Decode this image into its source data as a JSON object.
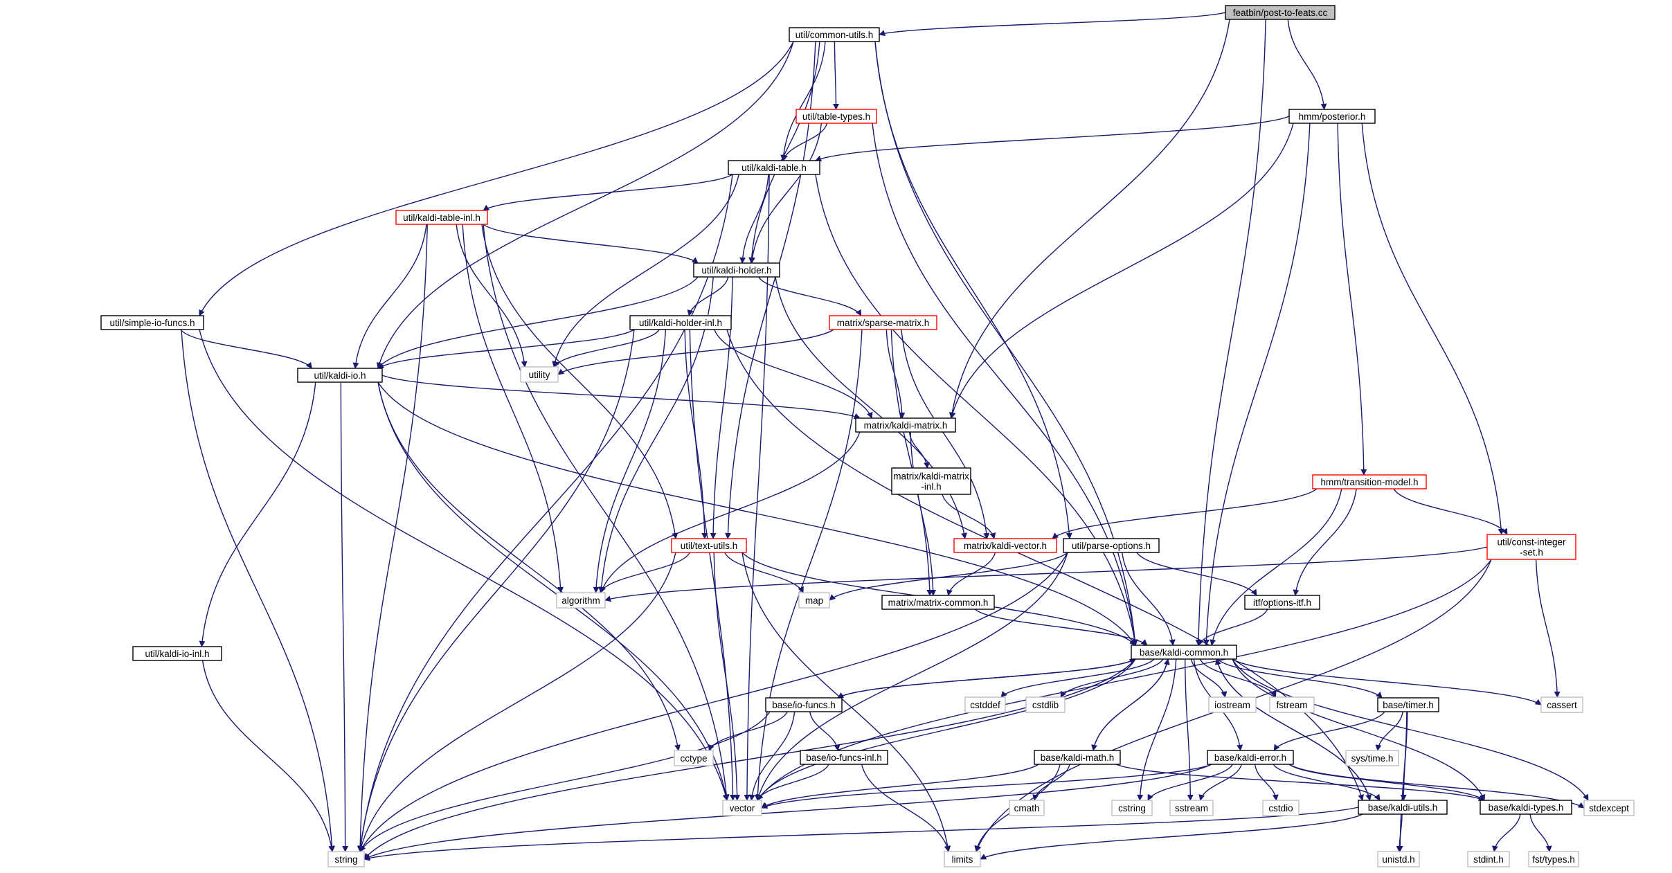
{
  "diagram": {
    "root": "featbin/post-to-feats.cc",
    "nodes": [
      {
        "id": "root",
        "label": "featbin/post-to-feats.cc",
        "kind": "root"
      },
      {
        "id": "common_utils",
        "label": "util/common-utils.h",
        "kind": "file"
      },
      {
        "id": "table_types",
        "label": "util/table-types.h",
        "kind": "truncated"
      },
      {
        "id": "posterior",
        "label": "hmm/posterior.h",
        "kind": "file"
      },
      {
        "id": "kaldi_table",
        "label": "util/kaldi-table.h",
        "kind": "file"
      },
      {
        "id": "kaldi_table_inl",
        "label": "util/kaldi-table-inl.h",
        "kind": "truncated"
      },
      {
        "id": "kaldi_holder",
        "label": "util/kaldi-holder.h",
        "kind": "file"
      },
      {
        "id": "simple_io",
        "label": "util/simple-io-funcs.h",
        "kind": "file"
      },
      {
        "id": "kaldi_holder_inl",
        "label": "util/kaldi-holder-inl.h",
        "kind": "file"
      },
      {
        "id": "sparse_matrix",
        "label": "matrix/sparse-matrix.h",
        "kind": "truncated"
      },
      {
        "id": "kaldi_io",
        "label": "util/kaldi-io.h",
        "kind": "file"
      },
      {
        "id": "utility",
        "label": "utility",
        "kind": "system"
      },
      {
        "id": "kaldi_matrix",
        "label": "matrix/kaldi-matrix.h",
        "kind": "file"
      },
      {
        "id": "kaldi_matrix_inl",
        "label": "matrix/kaldi-matrix\n-inl.h",
        "kind": "file"
      },
      {
        "id": "transition_model",
        "label": "hmm/transition-model.h",
        "kind": "truncated"
      },
      {
        "id": "text_utils",
        "label": "util/text-utils.h",
        "kind": "truncated"
      },
      {
        "id": "kaldi_vector",
        "label": "matrix/kaldi-vector.h",
        "kind": "truncated"
      },
      {
        "id": "parse_options",
        "label": "util/parse-options.h",
        "kind": "file"
      },
      {
        "id": "const_integer_set",
        "label": "util/const-integer\n-set.h",
        "kind": "truncated"
      },
      {
        "id": "algorithm",
        "label": "algorithm",
        "kind": "system"
      },
      {
        "id": "map",
        "label": "map",
        "kind": "system"
      },
      {
        "id": "matrix_common",
        "label": "matrix/matrix-common.h",
        "kind": "file"
      },
      {
        "id": "options_itf",
        "label": "itf/options-itf.h",
        "kind": "file"
      },
      {
        "id": "kaldi_io_inl",
        "label": "util/kaldi-io-inl.h",
        "kind": "file"
      },
      {
        "id": "kaldi_common",
        "label": "base/kaldi-common.h",
        "kind": "file"
      },
      {
        "id": "io_funcs",
        "label": "base/io-funcs.h",
        "kind": "file"
      },
      {
        "id": "cstddef",
        "label": "cstddef",
        "kind": "system"
      },
      {
        "id": "cstdlib",
        "label": "cstdlib",
        "kind": "system"
      },
      {
        "id": "iostream",
        "label": "iostream",
        "kind": "system"
      },
      {
        "id": "fstream",
        "label": "fstream",
        "kind": "system"
      },
      {
        "id": "timer",
        "label": "base/timer.h",
        "kind": "file"
      },
      {
        "id": "cassert",
        "label": "cassert",
        "kind": "system"
      },
      {
        "id": "cctype",
        "label": "cctype",
        "kind": "system"
      },
      {
        "id": "io_funcs_inl",
        "label": "base/io-funcs-inl.h",
        "kind": "file"
      },
      {
        "id": "kaldi_math",
        "label": "base/kaldi-math.h",
        "kind": "file"
      },
      {
        "id": "kaldi_error",
        "label": "base/kaldi-error.h",
        "kind": "file"
      },
      {
        "id": "sys_time",
        "label": "sys/time.h",
        "kind": "system"
      },
      {
        "id": "vector",
        "label": "vector",
        "kind": "system"
      },
      {
        "id": "cmath",
        "label": "cmath",
        "kind": "system"
      },
      {
        "id": "cstring",
        "label": "cstring",
        "kind": "system"
      },
      {
        "id": "sstream",
        "label": "sstream",
        "kind": "system"
      },
      {
        "id": "cstdio",
        "label": "cstdio",
        "kind": "system"
      },
      {
        "id": "kaldi_utils",
        "label": "base/kaldi-utils.h",
        "kind": "file"
      },
      {
        "id": "kaldi_types",
        "label": "base/kaldi-types.h",
        "kind": "file"
      },
      {
        "id": "stdexcept",
        "label": "stdexcept",
        "kind": "system"
      },
      {
        "id": "string",
        "label": "string",
        "kind": "system"
      },
      {
        "id": "limits",
        "label": "limits",
        "kind": "system"
      },
      {
        "id": "unistd",
        "label": "unistd.h",
        "kind": "system"
      },
      {
        "id": "stdint",
        "label": "stdint.h",
        "kind": "system"
      },
      {
        "id": "fst_types",
        "label": "fst/types.h",
        "kind": "system"
      }
    ],
    "edges": [
      [
        "root",
        "common_utils"
      ],
      [
        "root",
        "posterior"
      ],
      [
        "root",
        "kaldi_matrix"
      ],
      [
        "root",
        "kaldi_common"
      ],
      [
        "common_utils",
        "table_types"
      ],
      [
        "common_utils",
        "kaldi_table"
      ],
      [
        "common_utils",
        "kaldi_holder"
      ],
      [
        "common_utils",
        "simple_io"
      ],
      [
        "common_utils",
        "kaldi_io"
      ],
      [
        "common_utils",
        "text_utils"
      ],
      [
        "common_utils",
        "parse_options"
      ],
      [
        "common_utils",
        "kaldi_common"
      ],
      [
        "table_types",
        "kaldi_table"
      ],
      [
        "table_types",
        "kaldi_holder"
      ],
      [
        "table_types",
        "kaldi_common"
      ],
      [
        "posterior",
        "kaldi_table"
      ],
      [
        "posterior",
        "kaldi_matrix"
      ],
      [
        "posterior",
        "transition_model"
      ],
      [
        "posterior",
        "const_integer_set"
      ],
      [
        "posterior",
        "kaldi_common"
      ],
      [
        "kaldi_table",
        "kaldi_table_inl"
      ],
      [
        "kaldi_table",
        "kaldi_holder"
      ],
      [
        "kaldi_table",
        "utility"
      ],
      [
        "kaldi_table",
        "string"
      ],
      [
        "kaldi_table",
        "vector"
      ],
      [
        "kaldi_table",
        "kaldi_common"
      ],
      [
        "kaldi_table_inl",
        "kaldi_holder"
      ],
      [
        "kaldi_table_inl",
        "kaldi_io"
      ],
      [
        "kaldi_table_inl",
        "text_utils"
      ],
      [
        "kaldi_table_inl",
        "utility"
      ],
      [
        "kaldi_table_inl",
        "algorithm"
      ],
      [
        "kaldi_table_inl",
        "string"
      ],
      [
        "kaldi_table_inl",
        "vector"
      ],
      [
        "kaldi_holder",
        "kaldi_holder_inl"
      ],
      [
        "kaldi_holder",
        "sparse_matrix"
      ],
      [
        "kaldi_holder",
        "kaldi_io"
      ],
      [
        "kaldi_holder",
        "text_utils"
      ],
      [
        "kaldi_holder",
        "kaldi_vector"
      ],
      [
        "kaldi_holder",
        "algorithm"
      ],
      [
        "simple_io",
        "kaldi_io"
      ],
      [
        "simple_io",
        "string"
      ],
      [
        "simple_io",
        "vector"
      ],
      [
        "kaldi_holder_inl",
        "kaldi_io"
      ],
      [
        "kaldi_holder_inl",
        "utility"
      ],
      [
        "kaldi_holder_inl",
        "kaldi_matrix"
      ],
      [
        "kaldi_holder_inl",
        "text_utils"
      ],
      [
        "kaldi_holder_inl",
        "algorithm"
      ],
      [
        "kaldi_holder_inl",
        "string"
      ],
      [
        "kaldi_holder_inl",
        "vector"
      ],
      [
        "kaldi_holder_inl",
        "kaldi_utils"
      ],
      [
        "sparse_matrix",
        "utility"
      ],
      [
        "sparse_matrix",
        "kaldi_matrix"
      ],
      [
        "sparse_matrix",
        "kaldi_vector"
      ],
      [
        "sparse_matrix",
        "matrix_common"
      ],
      [
        "sparse_matrix",
        "vector"
      ],
      [
        "kaldi_io",
        "kaldi_matrix"
      ],
      [
        "kaldi_io",
        "kaldi_io_inl"
      ],
      [
        "kaldi_io",
        "kaldi_common"
      ],
      [
        "kaldi_io",
        "string"
      ],
      [
        "kaldi_io",
        "vector"
      ],
      [
        "kaldi_io",
        "cctype"
      ],
      [
        "kaldi_matrix",
        "kaldi_matrix_inl"
      ],
      [
        "kaldi_matrix",
        "matrix_common"
      ],
      [
        "kaldi_matrix",
        "algorithm"
      ],
      [
        "kaldi_matrix_inl",
        "kaldi_vector"
      ],
      [
        "transition_model",
        "kaldi_vector"
      ],
      [
        "transition_model",
        "options_itf"
      ],
      [
        "transition_model",
        "const_integer_set"
      ],
      [
        "transition_model",
        "kaldi_common"
      ],
      [
        "text_utils",
        "algorithm"
      ],
      [
        "text_utils",
        "map"
      ],
      [
        "text_utils",
        "kaldi_common"
      ],
      [
        "text_utils",
        "string"
      ],
      [
        "text_utils",
        "vector"
      ],
      [
        "text_utils",
        "limits"
      ],
      [
        "kaldi_vector",
        "matrix_common"
      ],
      [
        "parse_options",
        "map"
      ],
      [
        "parse_options",
        "options_itf"
      ],
      [
        "parse_options",
        "kaldi_common"
      ],
      [
        "parse_options",
        "string"
      ],
      [
        "parse_options",
        "vector"
      ],
      [
        "const_integer_set",
        "algorithm"
      ],
      [
        "const_integer_set",
        "vector"
      ],
      [
        "const_integer_set",
        "cassert"
      ],
      [
        "const_integer_set",
        "limits"
      ],
      [
        "matrix_common",
        "kaldi_common"
      ],
      [
        "options_itf",
        "kaldi_common"
      ],
      [
        "kaldi_io_inl",
        "string"
      ],
      [
        "kaldi_common",
        "io_funcs"
      ],
      [
        "kaldi_common",
        "cstddef"
      ],
      [
        "kaldi_common",
        "cstdlib"
      ],
      [
        "kaldi_common",
        "iostream"
      ],
      [
        "kaldi_common",
        "fstream"
      ],
      [
        "kaldi_common",
        "timer"
      ],
      [
        "kaldi_common",
        "cassert"
      ],
      [
        "kaldi_common",
        "kaldi_math"
      ],
      [
        "kaldi_common",
        "kaldi_error"
      ],
      [
        "kaldi_common",
        "kaldi_utils"
      ],
      [
        "kaldi_common",
        "kaldi_types"
      ],
      [
        "kaldi_common",
        "cstring"
      ],
      [
        "kaldi_common",
        "sstream"
      ],
      [
        "kaldi_common",
        "stdexcept"
      ],
      [
        "kaldi_common",
        "string"
      ],
      [
        "kaldi_common",
        "vector"
      ],
      [
        "io_funcs",
        "kaldi_common"
      ],
      [
        "io_funcs",
        "cctype"
      ],
      [
        "io_funcs",
        "io_funcs_inl"
      ],
      [
        "io_funcs",
        "vector"
      ],
      [
        "io_funcs",
        "string"
      ],
      [
        "io_funcs_inl",
        "vector"
      ],
      [
        "io_funcs_inl",
        "limits"
      ],
      [
        "timer",
        "kaldi_error"
      ],
      [
        "timer",
        "sys_time"
      ],
      [
        "timer",
        "unistd"
      ],
      [
        "timer",
        "kaldi_utils"
      ],
      [
        "kaldi_math",
        "kaldi_common"
      ],
      [
        "kaldi_math",
        "cmath"
      ],
      [
        "kaldi_math",
        "limits"
      ],
      [
        "kaldi_math",
        "vector"
      ],
      [
        "kaldi_math",
        "kaldi_types"
      ],
      [
        "kaldi_error",
        "vector"
      ],
      [
        "kaldi_error",
        "cstring"
      ],
      [
        "kaldi_error",
        "sstream"
      ],
      [
        "kaldi_error",
        "cstdio"
      ],
      [
        "kaldi_error",
        "kaldi_utils"
      ],
      [
        "kaldi_error",
        "kaldi_types"
      ],
      [
        "kaldi_error",
        "string"
      ],
      [
        "kaldi_error",
        "stdexcept"
      ],
      [
        "kaldi_utils",
        "kaldi_common"
      ],
      [
        "kaldi_utils",
        "string"
      ],
      [
        "kaldi_utils",
        "limits"
      ],
      [
        "kaldi_utils",
        "unistd"
      ],
      [
        "kaldi_types",
        "stdint"
      ],
      [
        "kaldi_types",
        "fst_types"
      ]
    ]
  },
  "colors": {
    "edge": "#191970",
    "file_border": "#000000",
    "truncated_border": "#ff0000",
    "system_border": "#bfbfbf",
    "system_text": "#444444",
    "root_fill": "#bfbfbf",
    "background": "#ffffff"
  }
}
